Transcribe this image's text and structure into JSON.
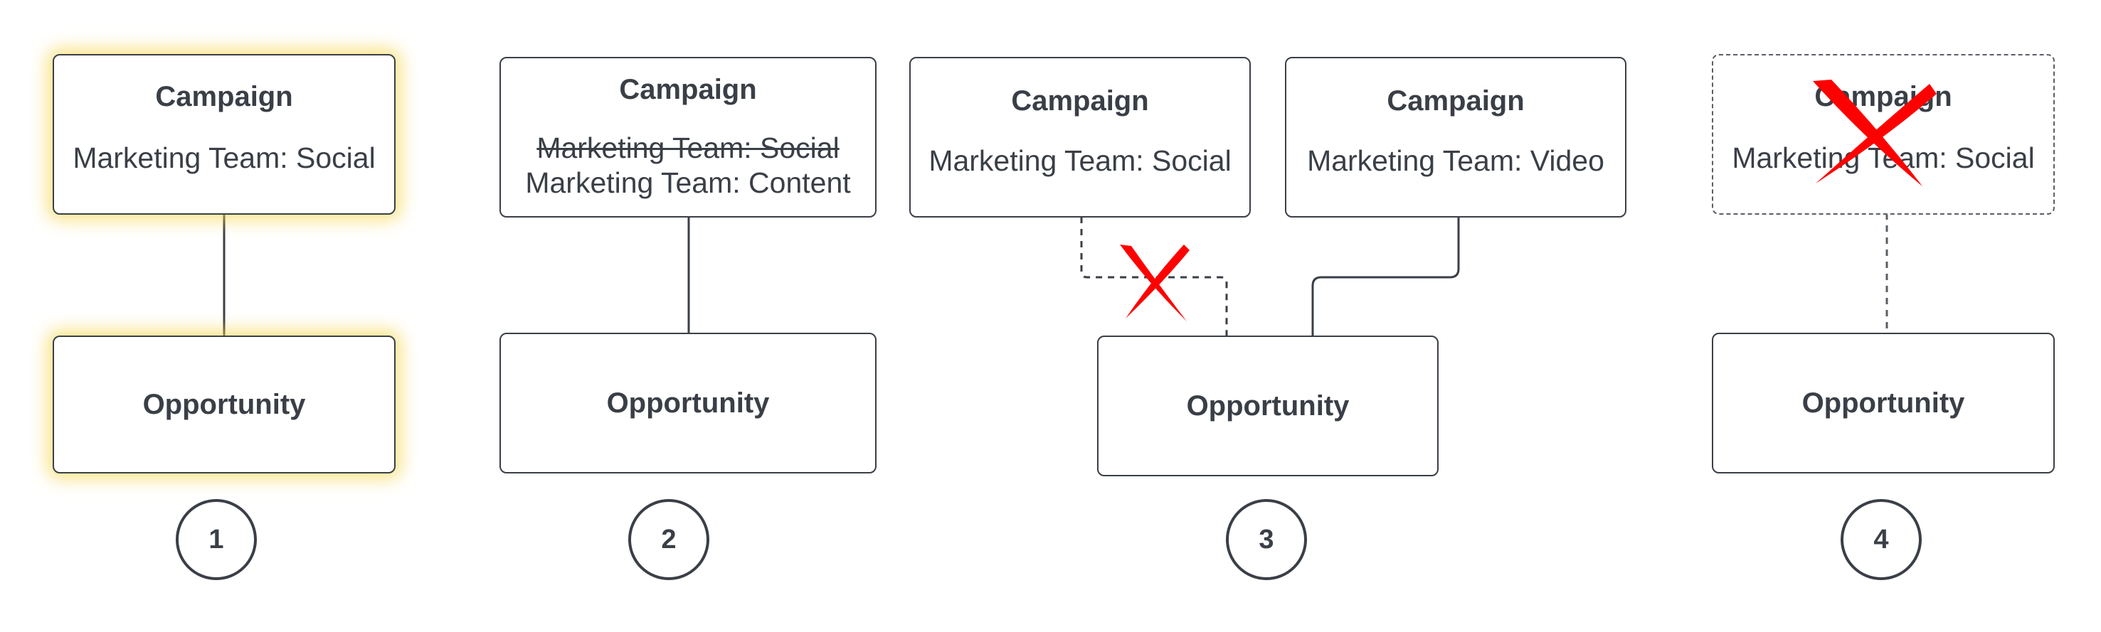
{
  "colors": {
    "stroke": "#3a3f47",
    "dash": "#5a5f66",
    "highlight": "#f6d64a",
    "cross": "#ff0000"
  },
  "panels": [
    {
      "step": "1",
      "campaign": {
        "title": "Campaign",
        "team": "Marketing Team: Social"
      },
      "opportunity": {
        "title": "Opportunity"
      },
      "highlighted": true
    },
    {
      "step": "2",
      "campaign": {
        "title": "Campaign",
        "team_old": "Marketing Team: Social",
        "team_new": "Marketing Team: Content"
      },
      "opportunity": {
        "title": "Opportunity"
      }
    },
    {
      "step": "3",
      "campaigns": [
        {
          "title": "Campaign",
          "team": "Marketing Team: Social",
          "link": "dashed-removed"
        },
        {
          "title": "Campaign",
          "team": "Marketing Team: Video",
          "link": "solid"
        }
      ],
      "opportunity": {
        "title": "Opportunity"
      }
    },
    {
      "step": "4",
      "campaign": {
        "title": "Campaign",
        "team": "Marketing Team: Social",
        "deleted": true
      },
      "opportunity": {
        "title": "Opportunity"
      }
    }
  ]
}
